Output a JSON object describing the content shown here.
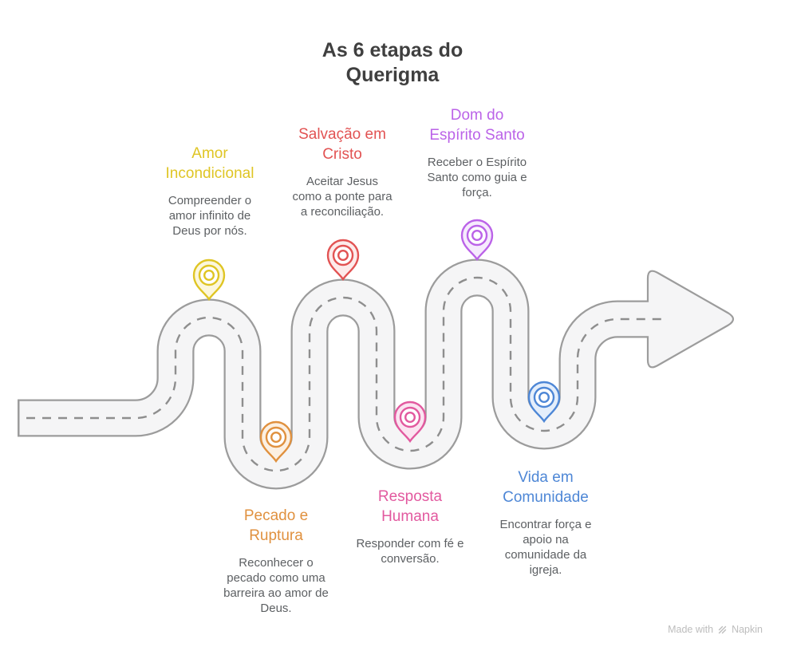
{
  "title": "As 6 etapas do Querigma",
  "stages": [
    {
      "id": "amor-incondicional",
      "title": "Amor Incondicional",
      "description": "Compreender o amor infinito de Deus por nós.",
      "color": "#DFC524",
      "tint": "#FCF7DC"
    },
    {
      "id": "salvacao-em-cristo",
      "title": "Salvação em Cristo",
      "description": "Aceitar Jesus como a ponte para a reconciliação.",
      "color": "#E25353",
      "tint": "#FDEBEB"
    },
    {
      "id": "dom-do-espirito-santo",
      "title": "Dom do Espírito Santo",
      "description": "Receber o Espírito Santo como guia e força.",
      "color": "#BB63E8",
      "tint": "#F6EBFD"
    },
    {
      "id": "pecado-e-ruptura",
      "title": "Pecado e Ruptura",
      "description": "Reconhecer o pecado como uma barreira ao amor de Deus.",
      "color": "#E0913F",
      "tint": "#FCF0E2"
    },
    {
      "id": "resposta-humana",
      "title": "Resposta Humana",
      "description": "Responder com fé e conversão.",
      "color": "#E2599F",
      "tint": "#FBE4F1"
    },
    {
      "id": "vida-em-comunidade",
      "title": "Vida em Comunidade",
      "description": "Encontrar força e apoio na comunidade da igreja.",
      "color": "#4E87D6",
      "tint": "#E4EEFB"
    }
  ],
  "road": {
    "fill": "#F5F5F6",
    "casing": "#9C9C9C",
    "dash": "#8E8E8E"
  },
  "watermark": {
    "prefix": "Made with",
    "brand": "Napkin"
  }
}
